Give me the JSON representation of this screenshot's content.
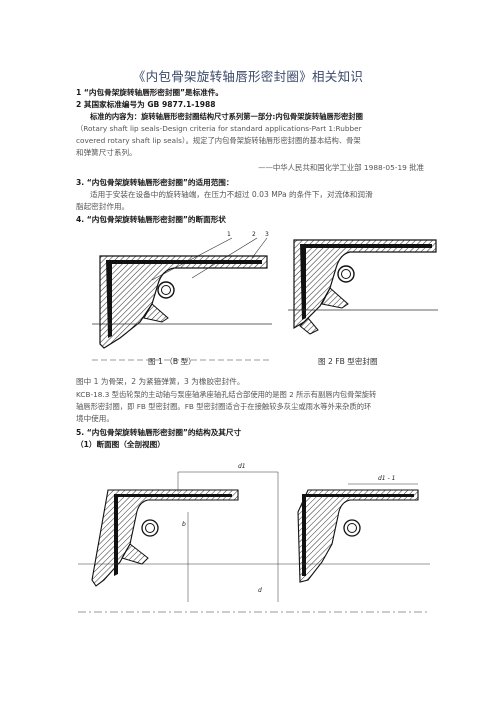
{
  "title": "《内包骨架旋转轴唇形密封圈》相关知识",
  "s1": "1 “内包骨架旋转轴唇形密封圈”是标准件。",
  "s2": "2 其国家标准编号为 GB 9877.1-1988",
  "s2_content": "标准的内容为：旋转轴唇形密封圈结构尺寸系列第一部分:内包骨架旋转轴唇形密封圈",
  "s2_en_line1": "（Rotary shaft lip seals-Design criteria for standard applications-Part 1:Rubber",
  "s2_en_line2": "covered rotary shaft lip seals）。规定了内包骨架旋转轴唇形密封圈的基本结构、骨架",
  "s2_en_line3": "和弹簧尺寸系列。",
  "s2_approval": "——中华人民共和国化学工业部 1988-05-19 批准",
  "s3": "3. “内包骨架旋转轴唇形密封圈”的适用范围：",
  "s3_text_line1": "适用于安装在设备中的旋转轴端，在压力不超过 0.03 MPa 的条件下，对流体和润滑",
  "s3_text_line2": "脂起密封作用。",
  "s4": "4. “内包骨架旋转轴唇形密封圈”的断面形状",
  "fig1_caption": "图  1  （B 型）",
  "fig2_caption": "图 2    FB 型密封圈",
  "fig1_labels": [
    "1",
    "2",
    "3"
  ],
  "legend_line": "图中 1 为骨架，2 为紧箍弹簧，3 为橡胶密封件。",
  "kcb_line1": "KCB-18.3 型齿轮泵的主动轴与泵座轴承座轴孔结合部使用的是图 2 所示有副唇内包骨架旋转",
  "kcb_line2": "轴唇形密封圈，即 FB 型密封圈。FB 型密封圈适合于在接触较多灰尘或雨水等外来杂质的环",
  "kcb_line3": "境中使用。",
  "s5": "5. “内包骨架旋转轴唇形密封圈”的结构及其尺寸",
  "s5_1": "（1）断面图（全剖视图）",
  "dim_labels": {
    "d1": "d1",
    "d1m": "d1 - 1",
    "b": "b",
    "d": "d"
  }
}
